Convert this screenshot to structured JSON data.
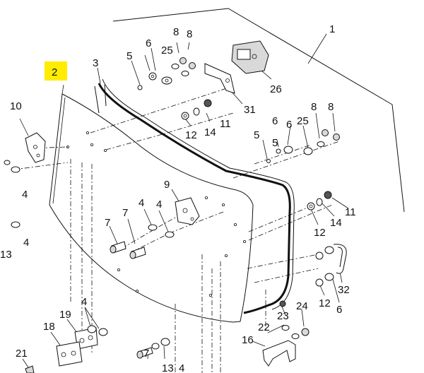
{
  "diagram": {
    "highlighted_callout": "2",
    "callouts": {
      "c1": "1",
      "c2": "2",
      "c3": "3",
      "c5a": "5",
      "c6a": "6",
      "c25a": "25",
      "c8a": "8",
      "c8b": "8",
      "c26": "26",
      "c31": "31",
      "c10": "10",
      "c12a": "12",
      "c14a": "14",
      "c11a": "11",
      "c5b": "5",
      "c5c": "5",
      "c6b": "6",
      "c6c": "6",
      "c25b": "25",
      "c8c": "8",
      "c8d": "8",
      "c4a": "4",
      "c4b": "4",
      "c13a": "13",
      "c9": "9",
      "c7a": "7",
      "c7b": "7",
      "c4c": "4",
      "c4d": "4",
      "c11b": "11",
      "c14b": "14",
      "c12b": "12",
      "c32": "32",
      "c12c": "12",
      "c6d": "6",
      "c24": "24",
      "c23": "23",
      "c4e": "4",
      "c19": "19",
      "c18": "18",
      "c22": "22",
      "c16": "16",
      "c21": "21",
      "c7c": "7",
      "c13b": "13",
      "c4f": "4"
    }
  }
}
